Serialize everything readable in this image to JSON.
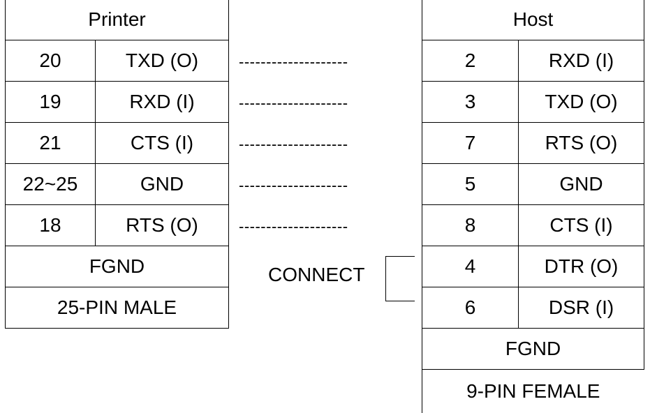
{
  "printer": {
    "header": "Printer",
    "rows": [
      {
        "pin": "20",
        "signal": "TXD (O)"
      },
      {
        "pin": "19",
        "signal": "RXD (I)"
      },
      {
        "pin": "21",
        "signal": "CTS (I)"
      },
      {
        "pin": "22~25",
        "signal": "GND"
      },
      {
        "pin": "18",
        "signal": "RTS (O)"
      }
    ],
    "fgnd": "FGND",
    "connector": "25-PIN MALE"
  },
  "host": {
    "header": "Host",
    "rows": [
      {
        "pin": "2",
        "signal": "RXD (I)"
      },
      {
        "pin": "3",
        "signal": "TXD (O)"
      },
      {
        "pin": "7",
        "signal": "RTS (O)"
      },
      {
        "pin": "5",
        "signal": "GND"
      },
      {
        "pin": "8",
        "signal": "CTS (I)"
      },
      {
        "pin": "4",
        "signal": "DTR (O)"
      },
      {
        "pin": "6",
        "signal": "DSR (I)"
      }
    ],
    "fgnd": "FGND",
    "connector": "9-PIN FEMALE"
  },
  "links": [
    "--------------------",
    "--------------------",
    "--------------------",
    "--------------------",
    "--------------------"
  ],
  "connect_label": "CONNECT"
}
